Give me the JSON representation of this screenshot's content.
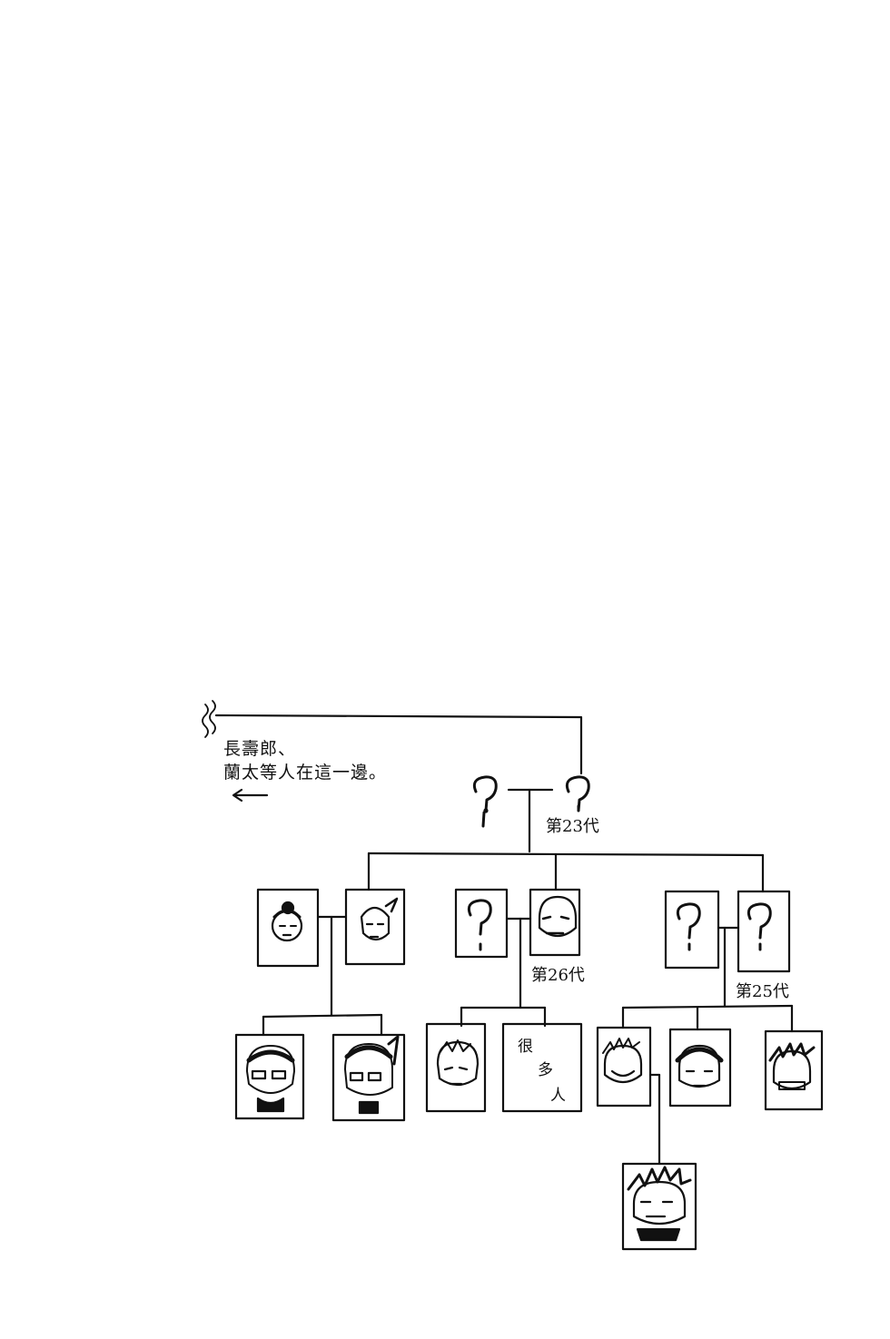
{
  "note": {
    "line1": "長壽郎、",
    "line2": "蘭太等人在這一邊。"
  },
  "generations": {
    "gen23": "第23代",
    "gen26": "第26代",
    "gen25": "第25代"
  },
  "many_people": {
    "c1": "很",
    "c2": "多",
    "c3": "人"
  },
  "unknown_symbol": "?"
}
